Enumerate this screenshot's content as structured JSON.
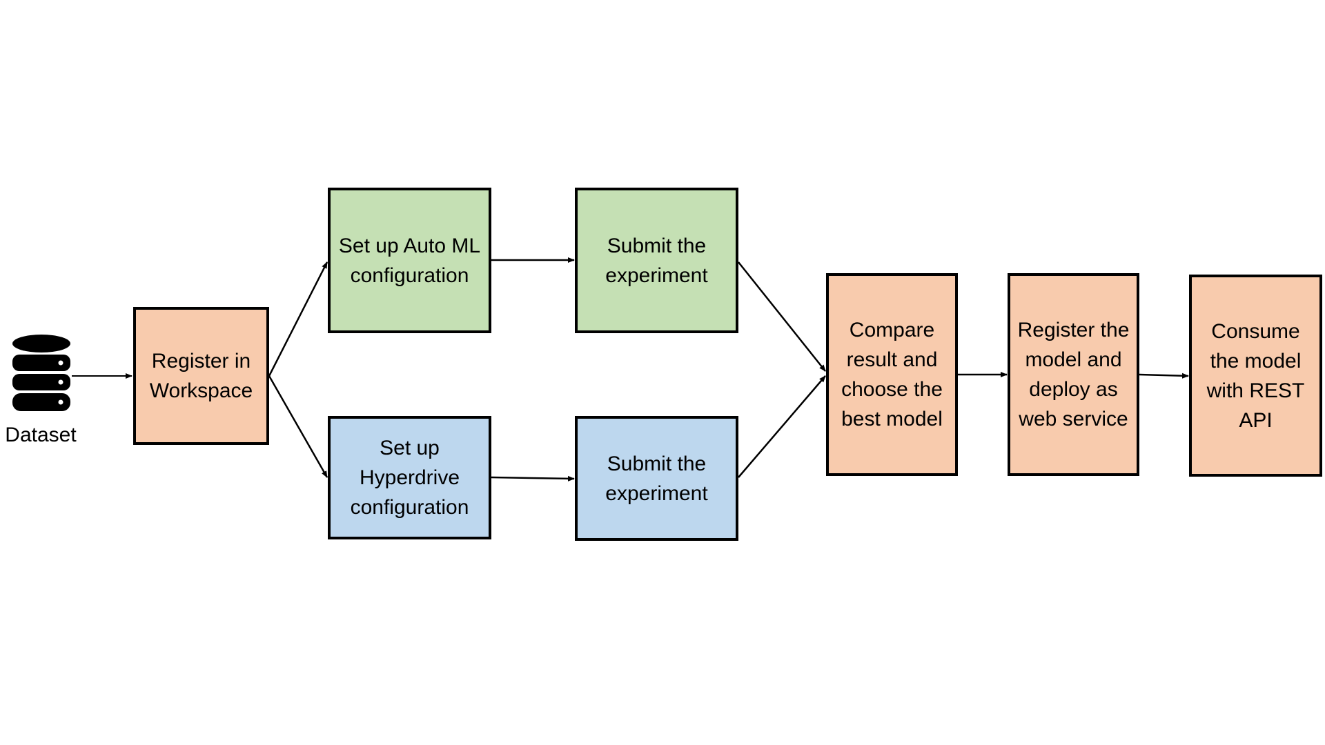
{
  "dataset": {
    "label": "Dataset",
    "icon": "database-icon"
  },
  "steps": {
    "register": "Register in Workspace",
    "automl": "Set up Auto ML configuration",
    "submit_automl": "Submit the experiment",
    "hyperdrive": "Set up Hyperdrive configuration",
    "submit_hyperdrive": "Submit the experiment",
    "compare": "Compare result and choose the best model",
    "deploy": "Register the model and deploy as web service",
    "consume": "Consume the model with REST API"
  },
  "colors": {
    "orange_box": "#f8cbad",
    "green_box": "#c5e0b4",
    "blue_box": "#bdd7ee",
    "border": "#000000"
  }
}
